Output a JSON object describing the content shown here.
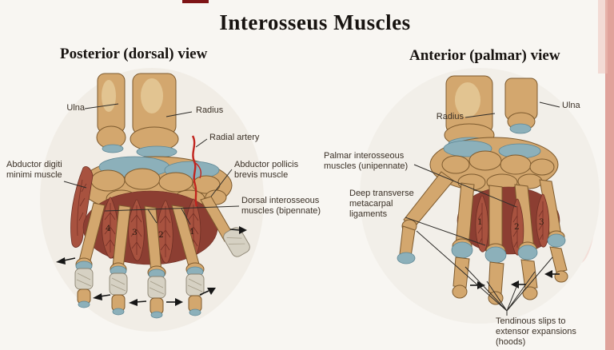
{
  "page": {
    "title": "Interosseus Muscles"
  },
  "left_view": {
    "heading": "Posterior (dorsal) view",
    "labels": {
      "ulna": "Ulna",
      "radius": "Radius",
      "radial_artery": "Radial artery",
      "abductor_digiti_minimi": "Abductor digiti\nminimi muscle",
      "abductor_pollicis_brevis": "Abductor pollicis\nbrevis muscle",
      "dorsal_interosseous": "Dorsal interosseous\nmuscles (bipennate)"
    },
    "muscle_numbers": [
      "4",
      "3",
      "2",
      "1"
    ]
  },
  "right_view": {
    "heading": "Anterior (palmar) view",
    "labels": {
      "ulna": "Ulna",
      "radius": "Radius",
      "palmar_interosseous": "Palmar interosseous\nmuscles (unipennate)",
      "deep_transverse": "Deep transverse\nmetacarpal\nligaments",
      "tendinous_slips": "Tendinous slips to\nextensor expansions\n(hoods)"
    },
    "muscle_numbers": [
      "1",
      "2",
      "3"
    ]
  },
  "colors": {
    "background": "#f8f6f2",
    "bone": "#d3a76e",
    "bone_outline": "#7d5a2e",
    "cartilage_blue": "#8cb0ba",
    "muscle_red": "#a8523f",
    "muscle_deep_red": "#8c3e32",
    "artery_red": "#c1251f",
    "extensor_hood_gray": "#d6d1c3",
    "page_edge_pink": "#e0a29b",
    "text_dark": "#171310"
  }
}
